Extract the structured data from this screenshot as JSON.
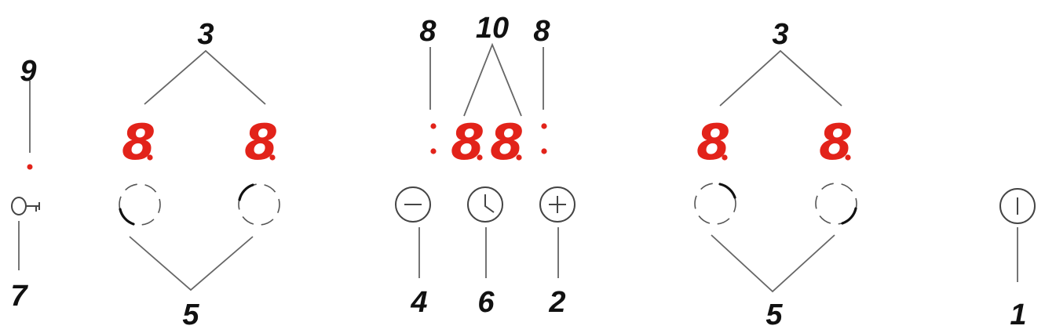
{
  "callouts": {
    "c1": "1",
    "c2": "2",
    "c3_left": "3",
    "c3_right": "3",
    "c4": "4",
    "c5_left": "5",
    "c5_right": "5",
    "c6": "6",
    "c7": "7",
    "c8_left": "8",
    "c8_right": "8",
    "c9": "9",
    "c10": "10"
  },
  "displays": {
    "zone1": "8",
    "zone2": "8",
    "timer_tens": "8",
    "timer_units": "8",
    "zone3": "8",
    "zone4": "8"
  },
  "colors": {
    "display_red": "#e2231a",
    "callout_text": "#111111",
    "leader_line": "#666666"
  },
  "icons": [
    "key-icon",
    "minus-icon",
    "clock-icon",
    "plus-icon",
    "power-icon",
    "cooking-zone-ring-icon"
  ]
}
